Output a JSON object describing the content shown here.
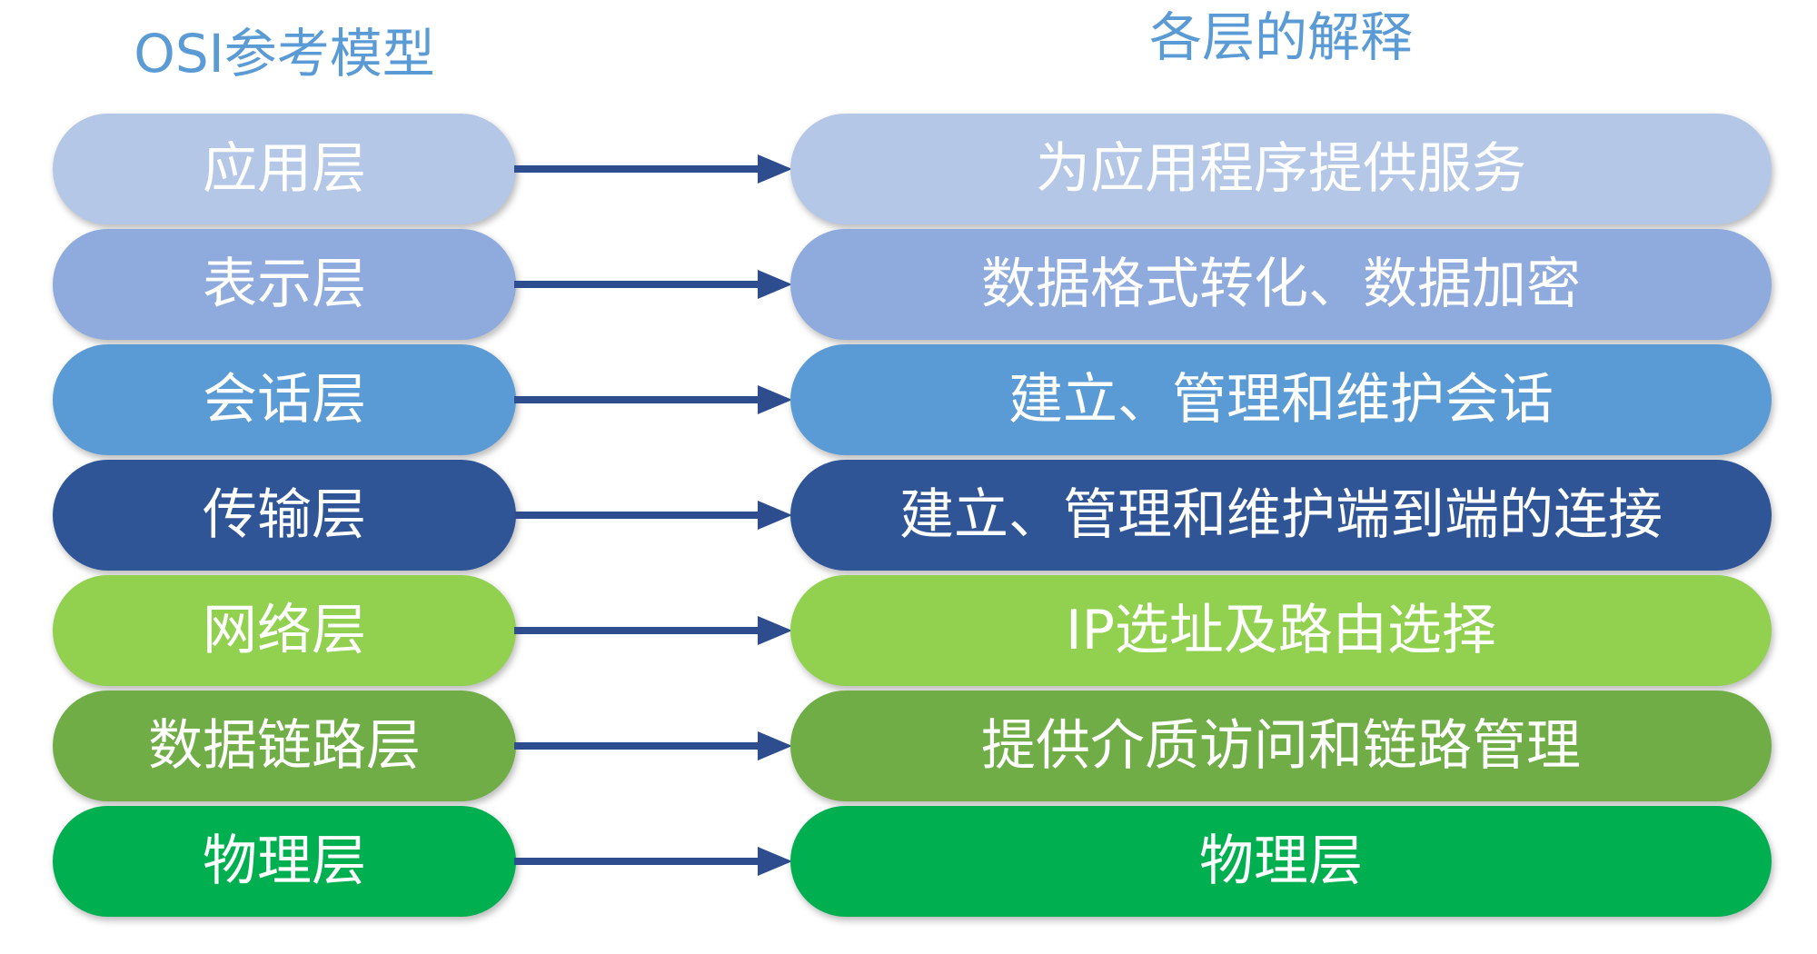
{
  "headers": {
    "left": "OSI参考模型",
    "right": "各层的解释"
  },
  "colors": {
    "header": "#5b9bd5",
    "arrow": "#2e4d8f",
    "text": "#ffffff"
  },
  "layers": [
    {
      "name": "应用层",
      "description": "为应用程序提供服务",
      "color": "#b4c7e7"
    },
    {
      "name": "表示层",
      "description": "数据格式转化、数据加密",
      "color": "#8faadc"
    },
    {
      "name": "会话层",
      "description": "建立、管理和维护会话",
      "color": "#5b9bd5"
    },
    {
      "name": "传输层",
      "description": "建立、管理和维护端到端的连接",
      "color": "#2f5597"
    },
    {
      "name": "网络层",
      "description": "IP选址及路由选择",
      "color": "#92d050"
    },
    {
      "name": "数据链路层",
      "description": "提供介质访问和链路管理",
      "color": "#70ad47"
    },
    {
      "name": "物理层",
      "description": "物理层",
      "color": "#00b050"
    }
  ]
}
